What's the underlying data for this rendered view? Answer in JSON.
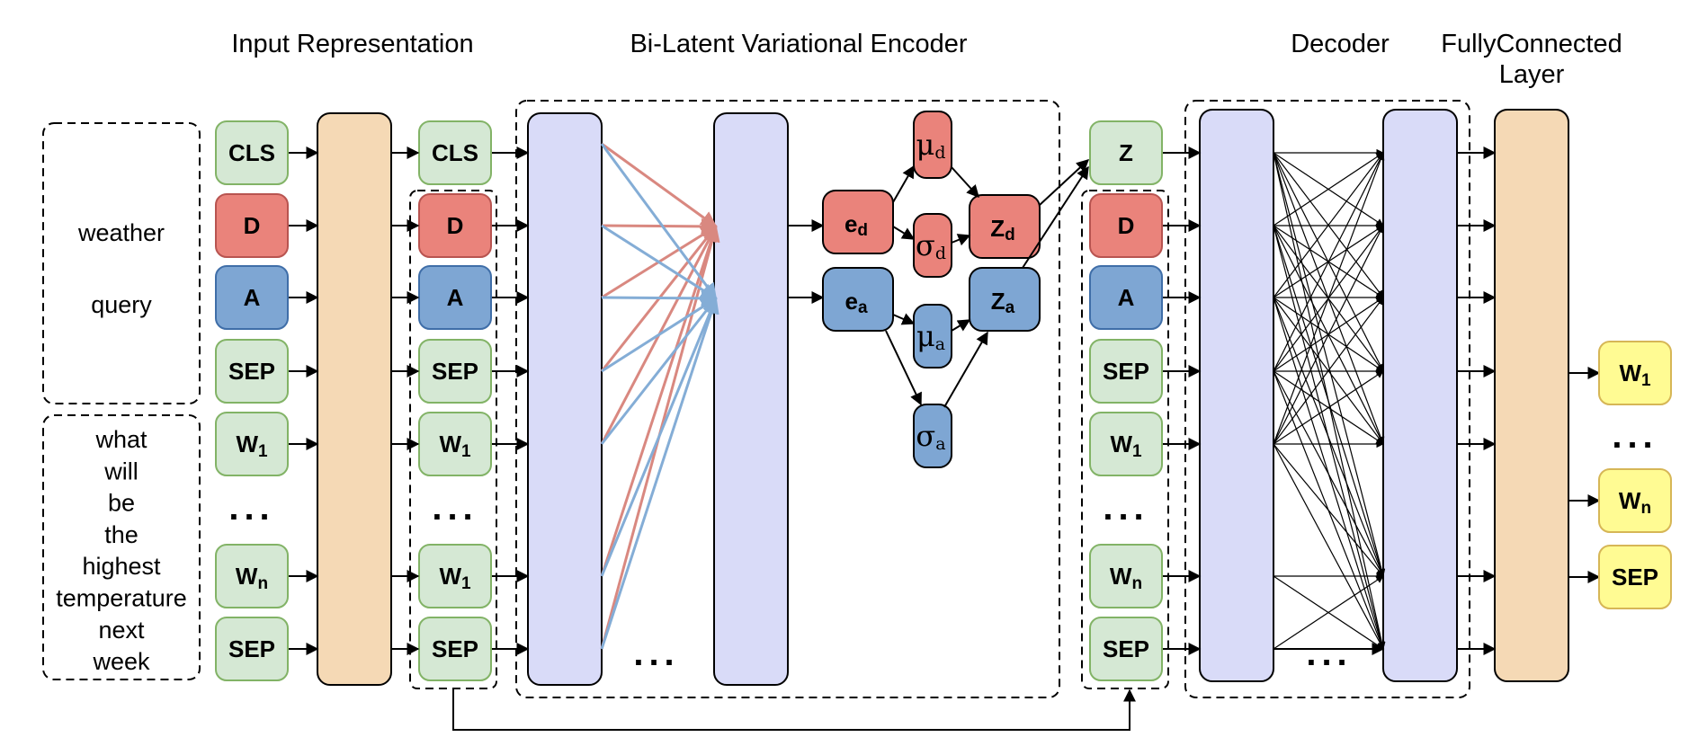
{
  "titles": {
    "input": "Input Representation",
    "encoder": "Bi-Latent Variational Encoder",
    "decoder": "Decoder",
    "fc_line1": "FullyConnected",
    "fc_line2": "Layer"
  },
  "input_text": {
    "query_words": [
      "weather",
      "query"
    ],
    "sentence_words": [
      "what",
      "will",
      "be",
      "the",
      "highest",
      "temperature",
      "next",
      "week"
    ]
  },
  "tokens": {
    "col1": [
      "CLS",
      "D",
      "A",
      "SEP",
      "W",
      "...",
      "W",
      "SEP"
    ],
    "col1_subs": [
      "",
      "",
      "",
      "",
      "1",
      "",
      "n",
      ""
    ],
    "col2": [
      "CLS",
      "D",
      "A",
      "SEP",
      "W",
      "...",
      "W",
      "SEP"
    ],
    "col2_subs": [
      "",
      "",
      "",
      "",
      "1",
      "",
      "1",
      ""
    ],
    "col3": [
      "Z",
      "D",
      "A",
      "SEP",
      "W",
      "...",
      "W",
      "SEP"
    ],
    "col3_subs": [
      "",
      "",
      "",
      "",
      "1",
      "",
      "n",
      ""
    ],
    "output": [
      "W",
      "...",
      "W",
      "SEP"
    ],
    "output_subs": [
      "1",
      "",
      "n",
      ""
    ]
  },
  "latent": {
    "e_d": "e",
    "e_d_sub": "d",
    "e_a": "e",
    "e_a_sub": "a",
    "mu_d": "μ",
    "mu_d_sub": "d",
    "sigma_d": "σ",
    "sigma_d_sub": "d",
    "z_d": "Z",
    "z_d_sub": "d",
    "mu_a": "μ",
    "mu_a_sub": "a",
    "z_a": "Z",
    "z_a_sub": "a",
    "sigma_a": "σ",
    "sigma_a_sub": "a"
  },
  "ellipsis": "...",
  "colors": {
    "green_fill": "#d5e8d4",
    "green_stroke": "#82b366",
    "red_fill": "#ea837b",
    "red_stroke": "#b85450",
    "blue_fill": "#7ea6d3",
    "blue_stroke": "#3f6ea8",
    "peach": "#f5d9b5",
    "lavender": "#d9dbf8",
    "yellow_fill": "#fffb93",
    "yellow_stroke": "#d6b656",
    "red_arrow": "#d98880",
    "blue_arrow": "#84add6"
  }
}
